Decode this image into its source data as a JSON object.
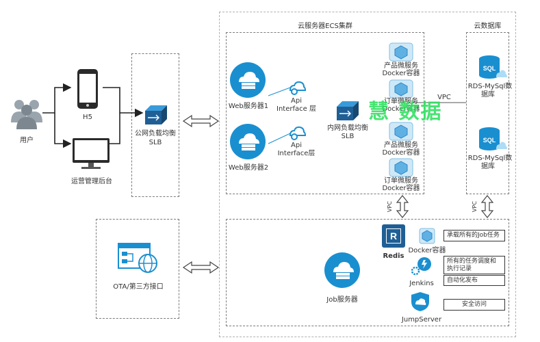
{
  "user": {
    "label": "用户"
  },
  "h5": {
    "label": "H5"
  },
  "admin": {
    "label": "运营管理后台"
  },
  "public_slb": {
    "line1": "公网负载均衡",
    "line2": "SLB"
  },
  "ecs_cluster": {
    "title": "云服务器ECS集群"
  },
  "cloud_db": {
    "title": "云数据库"
  },
  "web1": {
    "label": "Web服务器1"
  },
  "web2": {
    "label": "Web服务器2"
  },
  "api1": {
    "line1": "Api",
    "line2": "Interface 层"
  },
  "api2": {
    "line1": "Api",
    "line2": "Interface层"
  },
  "inner_slb": {
    "line1": "内网负载均衡",
    "line2": "SLB"
  },
  "containers": [
    {
      "line1": "产品微服务",
      "line2": "Docker容器"
    },
    {
      "line1": "订单微服务",
      "line2": "Docker容器"
    },
    {
      "line1": "产品微服务",
      "line2": "Docker容器"
    },
    {
      "line1": "订单微服务",
      "line2": "Docker容器"
    }
  ],
  "vpc_top": "VPC",
  "vpc_left": "VPC",
  "vpc_right": "VPC",
  "rds": [
    {
      "line1": "RDS-MySql数",
      "line2": "据库"
    },
    {
      "line1": "RDS-MySql数",
      "line2": "据库"
    }
  ],
  "sql_icon": "SQL",
  "ota": {
    "label": "OTA/第三方接口"
  },
  "job": {
    "label": "Job服务器"
  },
  "redis": {
    "label": "Redis",
    "icon_letter": "R"
  },
  "docker": {
    "label": "Docker容器"
  },
  "jenkins": {
    "label": "Jenkins"
  },
  "jumpserver": {
    "label": "JumpServer"
  },
  "descriptions": [
    "承载所有的Job任务",
    "所有的任务调度和执行记录",
    "自动化发布",
    "安全访问"
  ],
  "watermark": "慧 数据",
  "colors": {
    "accent": "#1a8fd0",
    "icon_dark": "#1f5f96",
    "watermark": "#27e05a"
  }
}
